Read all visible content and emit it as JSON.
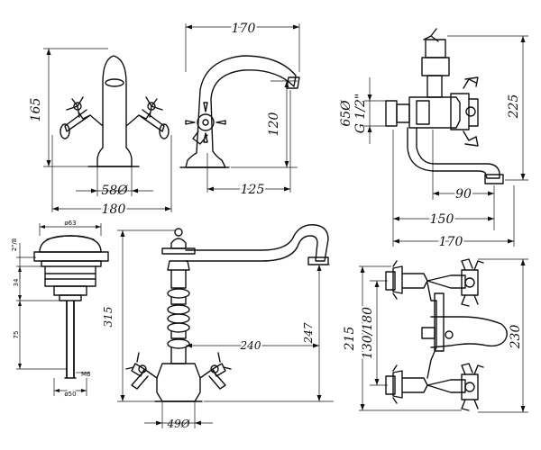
{
  "dimensions": {
    "d1_height": "165",
    "d1_diameter": "58Ø",
    "d1_width": "180",
    "d2_width": "170",
    "d2_height": "120",
    "d2_reach": "125",
    "d3_pipe_diameter": "65Ø",
    "d3_thread": "G 1/2\"",
    "d3_height": "225",
    "d3_spout": "90",
    "d3_width1": "150",
    "d3_width2": "170",
    "d4_top_diameter": "ø63",
    "d4_thread": "2\"/8",
    "d4_dim34": "34",
    "d4_dim75": "75",
    "d4_m6": "M6",
    "d4_bottom_diameter": "ø50",
    "d5_height": "315",
    "d5_spout_height": "247",
    "d5_reach": "240",
    "d5_base_diameter": "49Ø",
    "d6_height1": "215",
    "d6_centres": "130/180",
    "d6_height2": "230"
  }
}
